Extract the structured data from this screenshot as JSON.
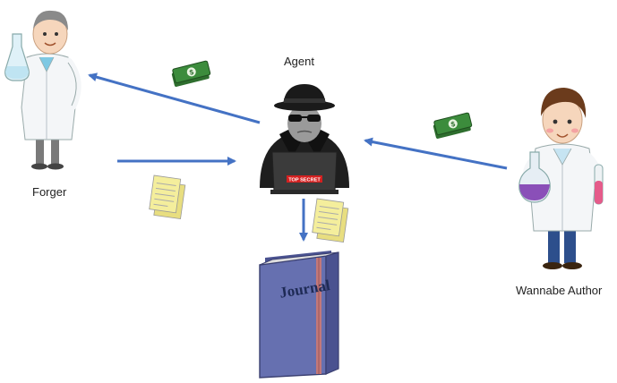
{
  "labels": {
    "agent": "Agent",
    "forger": "Forger",
    "author": "Wannabe Author",
    "laptop_sticker": "TOP SECRET",
    "book_title": "Journal"
  },
  "colors": {
    "arrow": "#4472c4",
    "book": "#6670b0",
    "book_dark": "#4a5290",
    "money": "#3c8c3c",
    "paper": "#f4ee9c",
    "lab_coat": "#f2f4f6",
    "hair": "#6b3b1c",
    "secret_red": "#d42020"
  }
}
